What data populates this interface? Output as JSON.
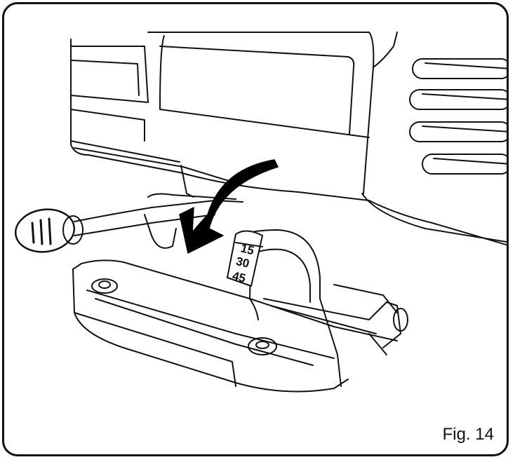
{
  "figure": {
    "label": "Fig. 14"
  },
  "bevel_scale": {
    "marks": [
      "15",
      "30",
      "45"
    ]
  },
  "colors": {
    "line": "#111111",
    "background": "#ffffff",
    "arrow": "#000000"
  },
  "icons": {
    "rotation_arrow": "curved-arrow-icon"
  }
}
